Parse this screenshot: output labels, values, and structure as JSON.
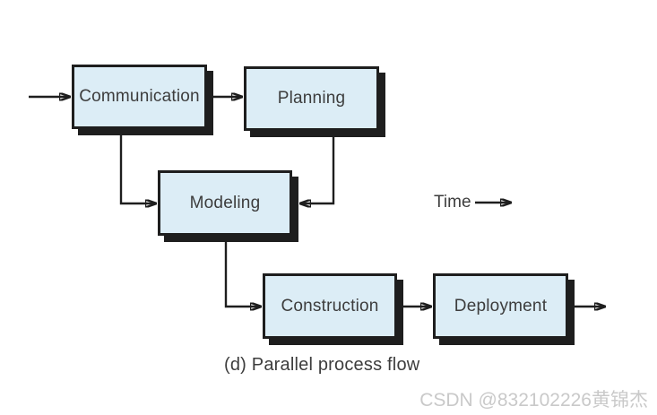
{
  "diagram": {
    "boxes": [
      {
        "id": "communication",
        "label": "Communication"
      },
      {
        "id": "planning",
        "label": "Planning"
      },
      {
        "id": "modeling",
        "label": "Modeling"
      },
      {
        "id": "construction",
        "label": "Construction"
      },
      {
        "id": "deployment",
        "label": "Deployment"
      }
    ],
    "flows": [
      {
        "from": "start",
        "to": "Communication"
      },
      {
        "from": "Communication",
        "to": "Planning"
      },
      {
        "from": "Communication",
        "to": "Modeling"
      },
      {
        "from": "Planning",
        "to": "Modeling"
      },
      {
        "from": "Modeling",
        "to": "Construction"
      },
      {
        "from": "Construction",
        "to": "Deployment"
      },
      {
        "from": "Deployment",
        "to": "end"
      }
    ],
    "time_label": "Time",
    "caption": "(d) Parallel process flow",
    "watermark": "CSDN @832102226黄锦杰",
    "colors": {
      "box_fill": "#dcedf6",
      "line": "#1e1e1e",
      "shadow": "#1e1e1e",
      "text": "#3d3d3d",
      "watermark": "#c9c9c9",
      "background": "#ffffff"
    }
  }
}
